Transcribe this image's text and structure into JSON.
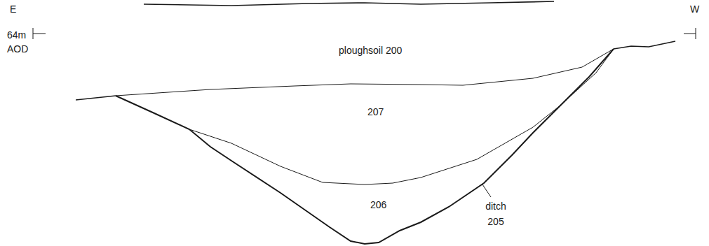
{
  "diagram": {
    "labels": [
      "E",
      "W",
      "64m AOD",
      "ploughsoil 200",
      "207",
      "206",
      "ditch 205"
    ]
  }
}
